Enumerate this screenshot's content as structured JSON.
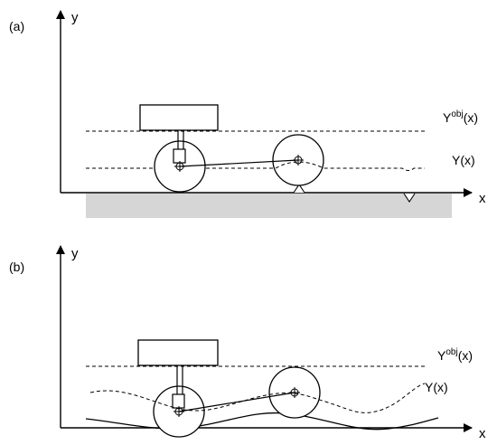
{
  "panels": [
    {
      "tag": "(a)",
      "y_axis": "y",
      "x_axis": "x",
      "yobj_base": "Y",
      "yobj_sup": "obj",
      "yobj_tail": "(x)",
      "y_label": "Y(x)"
    },
    {
      "tag": "(b)",
      "y_axis": "y",
      "x_axis": "x",
      "yobj_base": "Y",
      "yobj_sup": "obj",
      "yobj_tail": "(x)",
      "y_label": "Y(x)"
    }
  ],
  "colors": {
    "ground": "#d6d6d6",
    "ink": "#000000"
  }
}
